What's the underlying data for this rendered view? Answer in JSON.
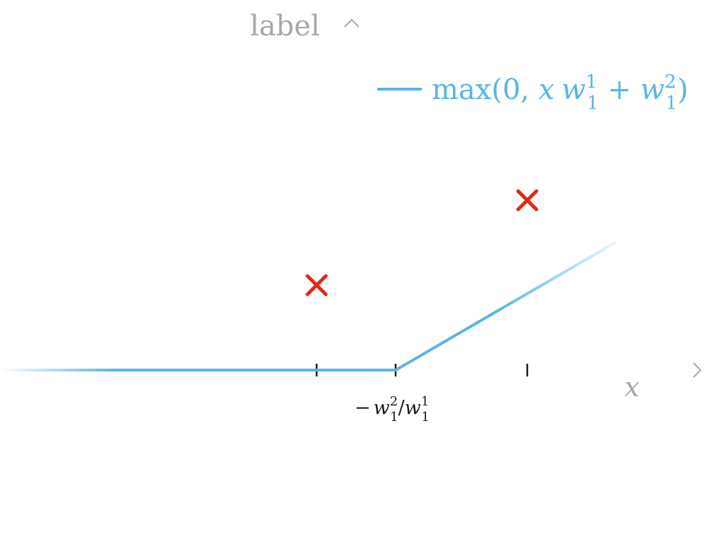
{
  "chart_data": {
    "type": "line",
    "xlabel": "x",
    "ylabel": "label",
    "xlim": [
      -1,
      1
    ],
    "ylim": [
      -0.5,
      1
    ],
    "grid": false,
    "legend_placement": "top-right",
    "series": [
      {
        "name": "max(0, x w_1^1 + w_1^2)",
        "type": "line",
        "x": [
          -1,
          0.125,
          0.75
        ],
        "y": [
          0,
          0,
          0.375
        ],
        "color": "#5ab4e5"
      },
      {
        "type": "scatter",
        "marker": "x",
        "x": [
          -0.1,
          0.5
        ],
        "y": [
          0.25,
          0.5
        ],
        "color": "#e02a12"
      }
    ],
    "x_ticks": [
      -0.1,
      0.125,
      0.5
    ],
    "annotations": [
      {
        "text": "−w_1^2/w_1^1",
        "x": 0.125
      }
    ]
  },
  "colors": {
    "axis": "#a8a8a8",
    "relu": "#5ab4e5",
    "points": "#e02a12",
    "tick": "#1a1a1a"
  },
  "text": {
    "ylabel": "label",
    "xlabel": "x",
    "legend": {
      "prefix": "max(0, ",
      "x": "x",
      "w": "w",
      "sup1": "1",
      "sub1": "1",
      "plus": " + ",
      "sup2": "2",
      "close": ")"
    },
    "tick_annotation": {
      "minus": "−",
      "w": "w",
      "sup2": "2",
      "sub1": "1",
      "slash": "/",
      "sup1": "1"
    }
  }
}
